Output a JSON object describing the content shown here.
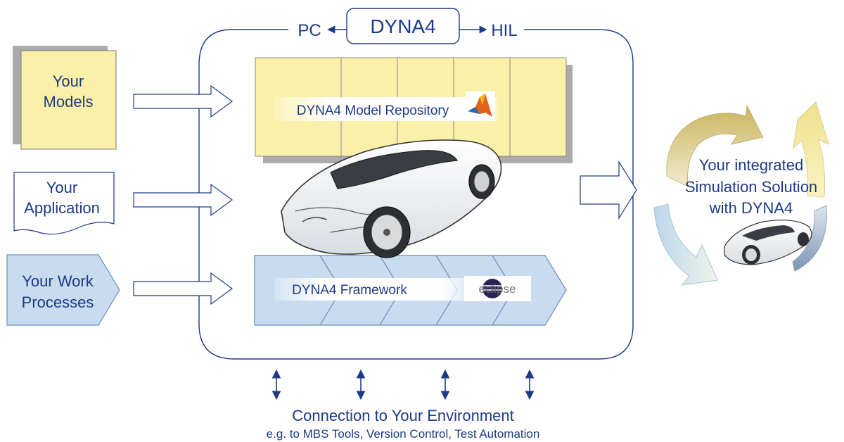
{
  "header": {
    "title": "DYNA4",
    "left_target": "PC",
    "right_target": "HIL"
  },
  "inputs": {
    "models": [
      "Your",
      "Models"
    ],
    "application": [
      "Your",
      "Application"
    ],
    "processes": [
      "Your Work",
      "Processes"
    ]
  },
  "core": {
    "repository": "DYNA4 Model Repository",
    "framework": "DYNA4 Framework",
    "framework_logo": "eclipse",
    "repository_icon": "matlab-logo-icon",
    "car_image": "sports-car-sketch"
  },
  "result": [
    "Your integrated",
    "Simulation Solution",
    "with DYNA4"
  ],
  "footer": {
    "title": "Connection to Your Environment",
    "subtitle": "e.g. to MBS Tools, Version Control, Test Automation"
  },
  "colors": {
    "text": "#1c3a86",
    "yellow": "#faf0a8",
    "blue": "#c9dcef",
    "line": "#1c3a86"
  }
}
